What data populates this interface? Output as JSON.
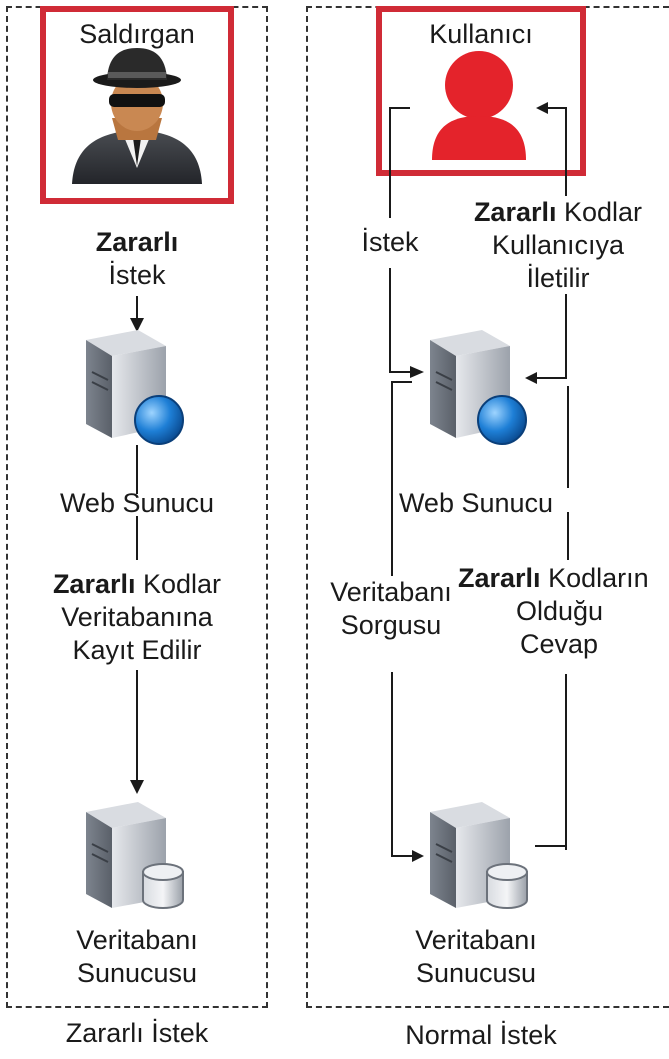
{
  "left_panel": {
    "actor_label": "Saldırgan",
    "arrow1_bold": "Zararlı",
    "arrow1_rest": "İstek",
    "web_server_label": "Web Sunucu",
    "arrow2_bold": "Zararlı",
    "arrow2_rest": "Kodlar",
    "arrow2_line2": "Veritabanına",
    "arrow2_line3": "Kayıt Edilir",
    "db_label_line1": "Veritabanı",
    "db_label_line2": "Sunucusu",
    "caption": "Zararlı İstek"
  },
  "right_panel": {
    "actor_label": "Kullanıcı",
    "request_label": "İstek",
    "return_bold": "Zararlı",
    "return_rest": "Kodlar",
    "return_line2": "Kullanıcıya",
    "return_line3": "İletilir",
    "web_server_label": "Web Sunucu",
    "query_line1": "Veritabanı",
    "query_line2": "Sorgusu",
    "response_bold": "Zararlı",
    "response_rest": "Kodların",
    "response_line2": "Olduğu",
    "response_line3": "Cevap",
    "db_label_line1": "Veritabanı",
    "db_label_line2": "Sunucusu",
    "caption": "Normal İstek"
  },
  "colors": {
    "highlight_border": "#d02b36",
    "user_icon": "#e4232b",
    "globe": "#1e7fd6"
  },
  "icons": [
    "spy-attacker-icon",
    "user-icon",
    "web-server-icon",
    "database-server-icon"
  ]
}
